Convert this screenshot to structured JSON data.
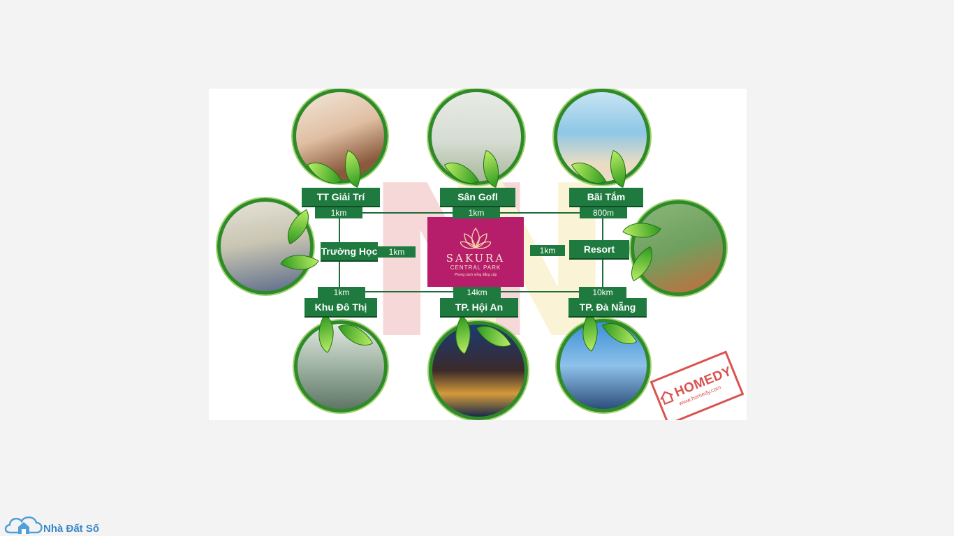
{
  "center": {
    "brand": "SAKURA",
    "subbrand": "CENTRAL PARK",
    "tagline": "Phong cách sống đẳng cấp"
  },
  "places": [
    {
      "label": "TT Giải Trí",
      "distance": "1km",
      "icon": "entertainment-photo"
    },
    {
      "label": "Sân Gofl",
      "distance": "1km",
      "icon": "golf-photo"
    },
    {
      "label": "Bãi Tắm",
      "distance": "800m",
      "icon": "beach-photo"
    },
    {
      "label": "Trường Học",
      "distance": "1km",
      "icon": "school-photo"
    },
    {
      "label": "Resort",
      "distance": "1km",
      "icon": "resort-photo"
    },
    {
      "label": "Khu Đô Thị",
      "distance": "1km",
      "icon": "urban-area-photo"
    },
    {
      "label": "TP. Hội An",
      "distance": "14km",
      "icon": "hoi-an-photo"
    },
    {
      "label": "TP. Đà Nẵng",
      "distance": "10km",
      "icon": "da-nang-photo"
    }
  ],
  "stamp": {
    "brand": "HOMEDY",
    "url": "www.homedy.com"
  },
  "footer_logo": {
    "text": "Nhà Đất Số"
  },
  "colors": {
    "accent_green": "#1f7a3f",
    "center_magenta": "#b61e6b",
    "stamp_red": "#d9534f"
  }
}
